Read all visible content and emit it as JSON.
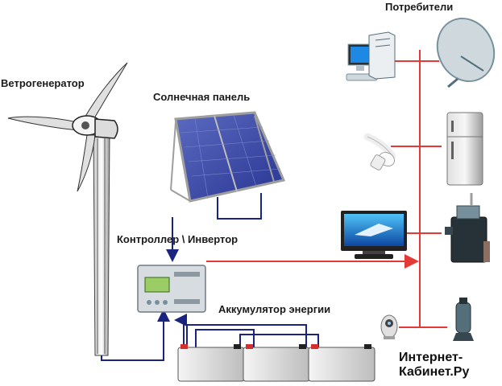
{
  "labels": {
    "wind_generator": "Ветрогенератор",
    "solar_panel": "Солнечная панель",
    "controller_inverter": "Контроллер \\ Инвертор",
    "battery": "Аккумулятор энергии",
    "consumers": "Потребители"
  },
  "watermark": {
    "line1": "Интернет-",
    "line2": "Кабинет.Ру"
  },
  "colors": {
    "dc_line": "#1a237e",
    "ac_line": "#e53935",
    "panel_blue": "#3f51b5"
  },
  "icons": {
    "wind_generator": "wind-turbine-icon",
    "solar_panel": "solar-panel-icon",
    "controller": "controller-unit-icon",
    "battery": "battery-icon",
    "computer": "computer-icon",
    "satellite_dish": "satellite-dish-icon",
    "lamp": "energy-saving-lamp-icon",
    "fridge": "refrigerator-icon",
    "tv": "tv-icon",
    "boiler": "boiler-icon",
    "camera": "webcam-icon",
    "pump": "water-pump-icon"
  }
}
